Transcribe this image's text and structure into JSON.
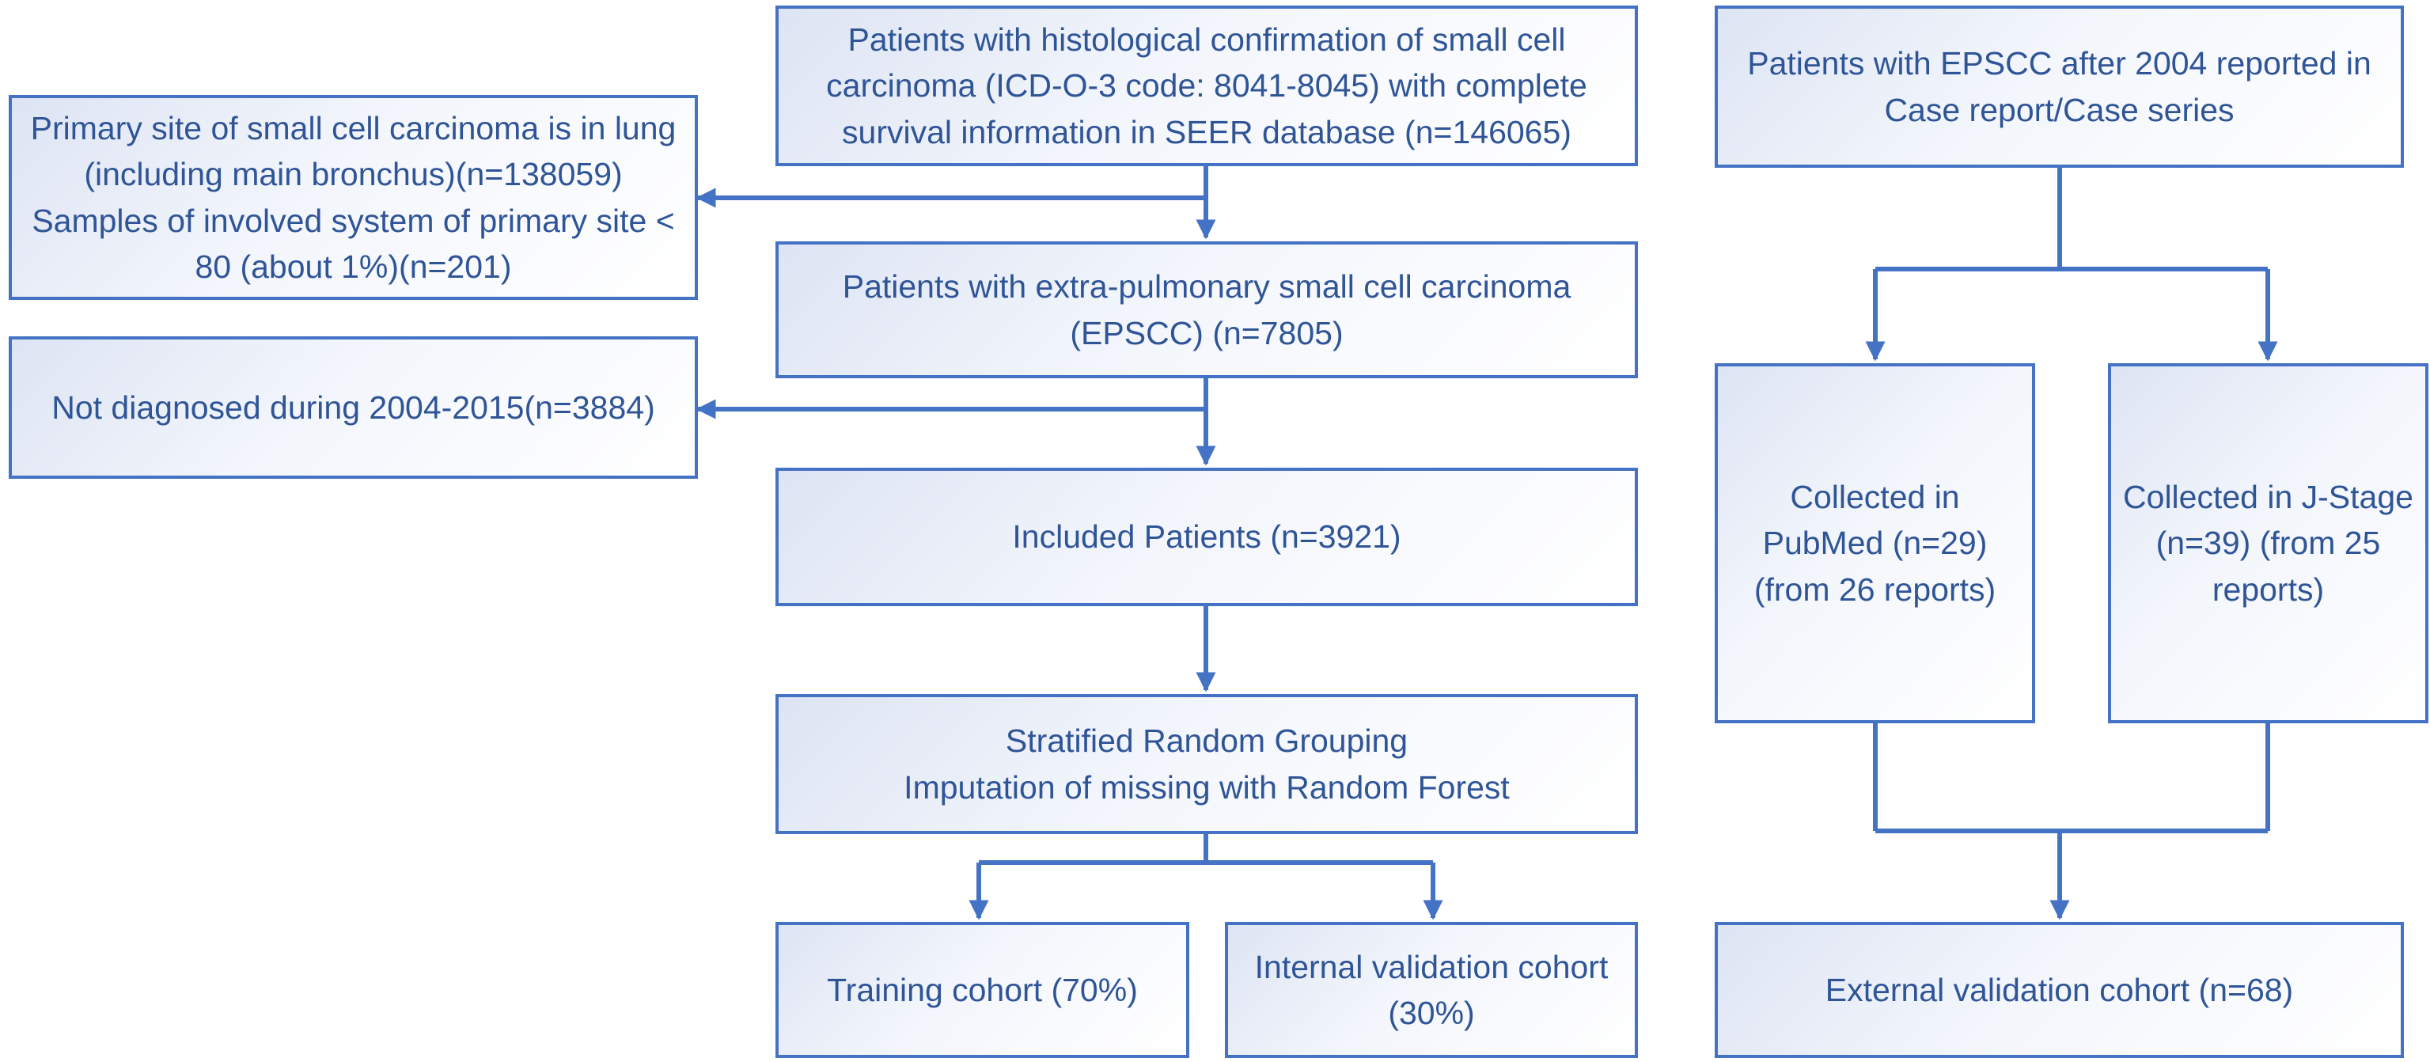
{
  "flowchart": {
    "seer_source": "Patients with histological confirmation of small cell carcinoma (ICD-O-3 code: 8041-8045) with complete survival information in SEER database (n=146065)",
    "exclusion_lung": "Primary site of small cell carcinoma is in lung (including main bronchus)(n=138059) Samples of involved system of primary site < 80 (about 1%)(n=201)",
    "epscc": "Patients with extra-pulmonary small cell carcinoma (EPSCC) (n=7805)",
    "exclusion_period": "Not diagnosed during 2004-2015(n=3884)",
    "included": "Included Patients (n=3921)",
    "grouping": "Stratified Random Grouping\nImputation of missing with Random Forest",
    "training": "Training cohort (70%)",
    "internal_validation": "Internal validation cohort  (30%)",
    "case_reports": "Patients with EPSCC after 2004 reported in Case report/Case series",
    "pubmed": "Collected in PubMed (n=29) (from 26 reports)",
    "jstage": "Collected in J-Stage (n=39) (from 25 reports)",
    "external_validation": "External validation cohort (n=68)"
  },
  "colors": {
    "border": "#4472c4",
    "text": "#2f5597",
    "arrow": "#4472c4"
  }
}
